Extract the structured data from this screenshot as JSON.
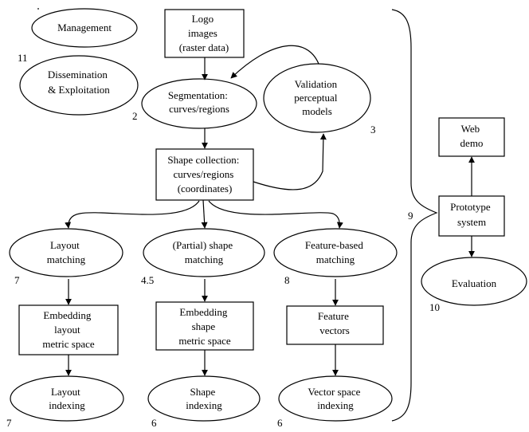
{
  "nodes": {
    "management": [
      "Management"
    ],
    "dissemination": [
      "Dissemination",
      "& Exploitation"
    ],
    "logo": [
      "Logo",
      "images",
      "(raster data)"
    ],
    "segmentation": [
      "Segmentation:",
      "curves/regions"
    ],
    "validation": [
      "Validation",
      "perceptual",
      "models"
    ],
    "shape_collection": [
      "Shape collection:",
      "curves/regions",
      "(coordinates)"
    ],
    "layout_matching": [
      "Layout",
      "matching"
    ],
    "partial_shape_matching": [
      "(Partial)  shape",
      "matching"
    ],
    "feature_matching": [
      "Feature-based",
      "matching"
    ],
    "embedding_layout": [
      "Embedding",
      "layout",
      "metric space"
    ],
    "embedding_shape": [
      "Embedding",
      "shape",
      "metric space"
    ],
    "feature_vectors": [
      "Feature",
      "vectors"
    ],
    "layout_indexing": [
      "Layout",
      "indexing"
    ],
    "shape_indexing": [
      "Shape",
      "indexing"
    ],
    "vector_indexing": [
      "Vector space",
      "indexing"
    ],
    "web_demo": [
      "Web",
      "demo"
    ],
    "prototype": [
      "Prototype",
      "system"
    ],
    "evaluation": [
      "Evaluation"
    ]
  },
  "numbers": {
    "n11": "11",
    "n2": "2",
    "n3": "3",
    "n7a": "7",
    "n45": "4.5",
    "n8": "8",
    "n7b": "7",
    "n6a": "6",
    "n6b": "6",
    "n9": "9",
    "n10": "10"
  }
}
